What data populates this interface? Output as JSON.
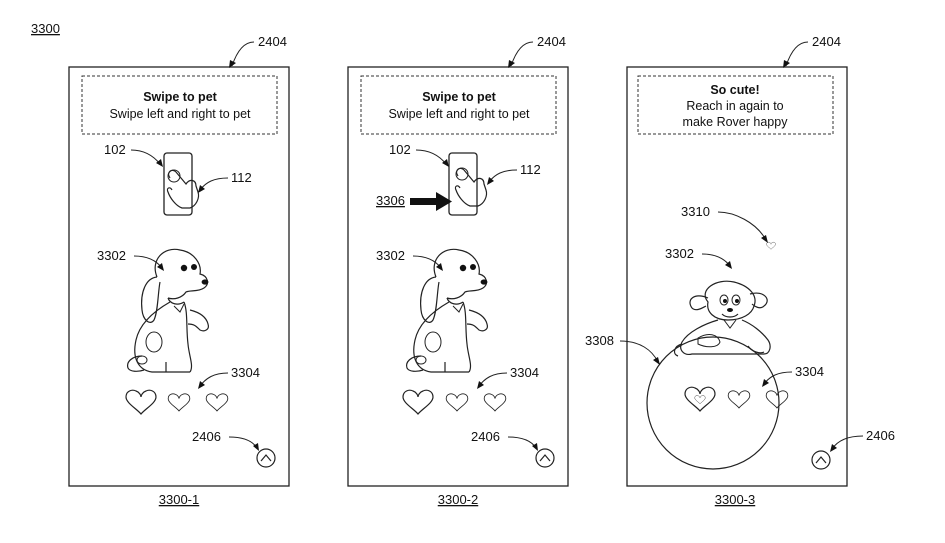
{
  "figure": {
    "label": "3300",
    "ref_prompt": "2404",
    "ref_button": "2406",
    "ref_pet": "3302",
    "ref_hearts": "3304",
    "ref_swipe": "3306",
    "ref_ball": "3308",
    "ref_small_heart": "3310",
    "ref_device": "102",
    "ref_hand": "112"
  },
  "screens": [
    {
      "caption": "3300-1",
      "prompt_title": "Swipe to pet",
      "prompt_text": "Swipe left and right to pet"
    },
    {
      "caption": "3300-2",
      "prompt_title": "Swipe to pet",
      "prompt_text": "Swipe left and right to pet"
    },
    {
      "caption": "3300-3",
      "prompt_title": "So cute!",
      "prompt_line1": "Reach in again to",
      "prompt_line2": "make Rover happy"
    }
  ],
  "icons": {
    "hand": "hand-touch-icon",
    "arrow": "swipe-arrow-icon",
    "heart": "heart-icon",
    "button": "chevron-up-icon"
  }
}
